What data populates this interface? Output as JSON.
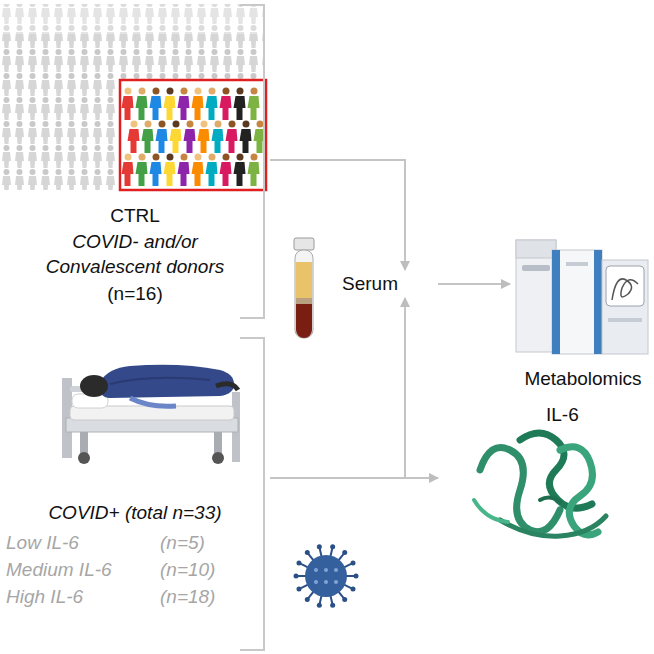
{
  "diagram": {
    "nodes": [
      {
        "text": [
          "CTRL",
          "COVID- and/or Convalescent donors",
          "(n=16)"
        ]
      },
      {
        "text": [
          "Serum"
        ]
      },
      {
        "text": [
          "Metabolomics"
        ]
      },
      {
        "text": [
          "COVID+ (total n=33)",
          "Low IL-6",
          "(n=5)",
          "Medium IL-6",
          "(n=10)",
          "High IL-6",
          "(n=18)"
        ]
      },
      {
        "text": [
          "IL-6"
        ]
      }
    ],
    "edges": [
      {
        "from": 0,
        "to": 1,
        "arrow": "to"
      },
      {
        "from": 3,
        "to": 1,
        "arrow": "to"
      },
      {
        "from": 1,
        "to": 2,
        "arrow": "to"
      },
      {
        "from": 3,
        "to": 4,
        "arrow": "to"
      }
    ]
  }
}
